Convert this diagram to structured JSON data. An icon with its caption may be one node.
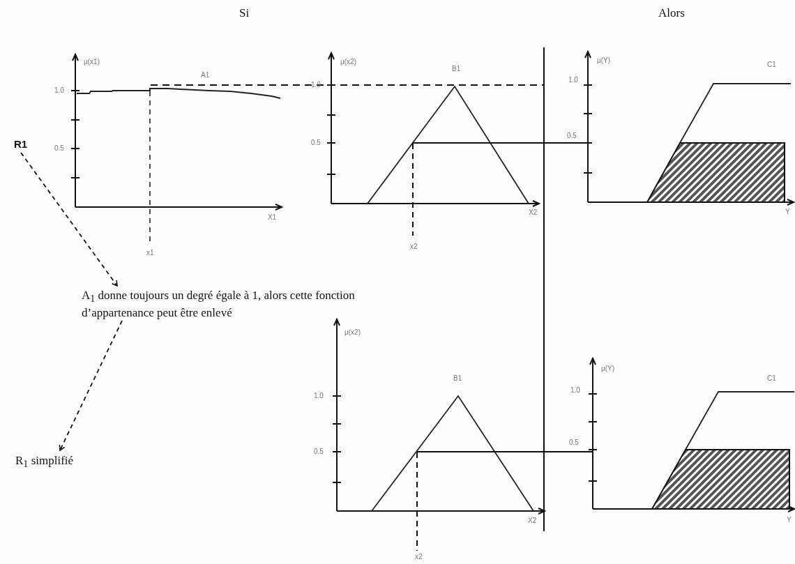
{
  "diagram": {
    "nodes": [
      {
        "text": [
          "R1"
        ]
      },
      {
        "text": [
          "A$_{1}$ donne toujours un degré égale à 1, alors cette fonction d’appartenance peut être enlevé"
        ]
      },
      {
        "text": [
          "R$_{1}$ simplifié"
        ]
      }
    ],
    "edges": [
      {
        "from": 0,
        "to": 1,
        "arrow": "to",
        "style": "dashed"
      },
      {
        "from": 1,
        "to": 2,
        "arrow": "to",
        "style": "dashed"
      }
    ],
    "labels": [
      "Si",
      "Alors",
      "μ(x1)",
      "1.0",
      "0.5",
      "A1",
      "X1",
      "x1",
      "μ(x2)",
      "1.0",
      "0.5",
      "B1",
      "X2",
      "x2",
      "μ(Y)",
      "1.0",
      "0.5",
      "C1",
      "Y",
      "μ(x2)",
      "1.0",
      "0.5",
      "B1",
      "X2",
      "x2",
      "μ(Y)",
      "1.0",
      "0.5",
      "C1",
      "Y"
    ]
  }
}
